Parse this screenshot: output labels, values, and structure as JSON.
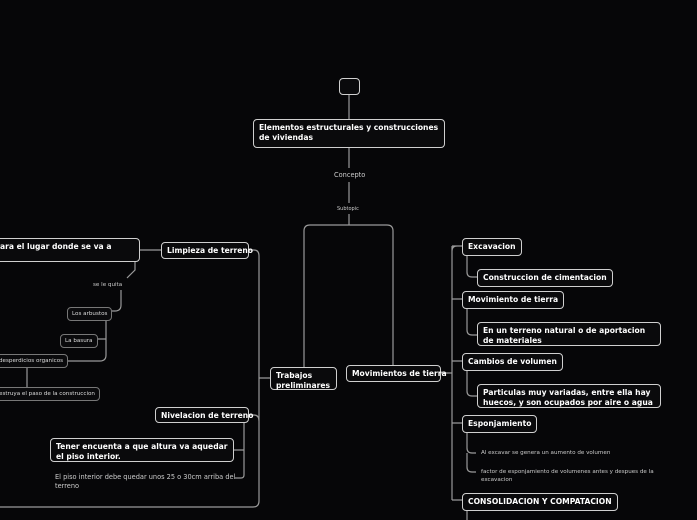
{
  "root": {
    "title": "Elementos estructurales y construcciones de viviendas",
    "label1": "Concepto",
    "label2": "Subtopic"
  },
  "left": {
    "title": "Trabajos preliminares",
    "limpieza": {
      "title": "Limpieza de terreno",
      "desc": "ara el lugar donde se va a",
      "quita": "se le quita",
      "items": [
        "Los arbustos",
        "La basura",
        "desperdicios organicos"
      ],
      "sub": "estruya el paso de la construccion"
    },
    "nivelacion": {
      "title": "Nivelacion de terreno",
      "desc": "Tener encuenta a que altura va aquedar el piso interior.",
      "note": "El piso interior debe quedar unos 25 o 30cm arriba del terreno"
    }
  },
  "right": {
    "title": "Movimientos de tierra",
    "items": [
      {
        "title": "Excavacion",
        "child": "Construccion de cimentacion"
      },
      {
        "title": "Movimiento de tierra",
        "child": "En un terreno natural o de aportacion de materiales"
      },
      {
        "title": "Cambios de volumen",
        "child": "Particulas muy variadas, entre ella hay huecos, y son ocupados por aire o agua"
      },
      {
        "title": "Esponjamiento",
        "notes": [
          "Al excavar se genera un aumento de volumen",
          "factor de esponjamiento de volumenes antes y despues de la excavacion"
        ]
      },
      {
        "title": "CONSOLIDACION Y COMPATACION"
      }
    ]
  }
}
